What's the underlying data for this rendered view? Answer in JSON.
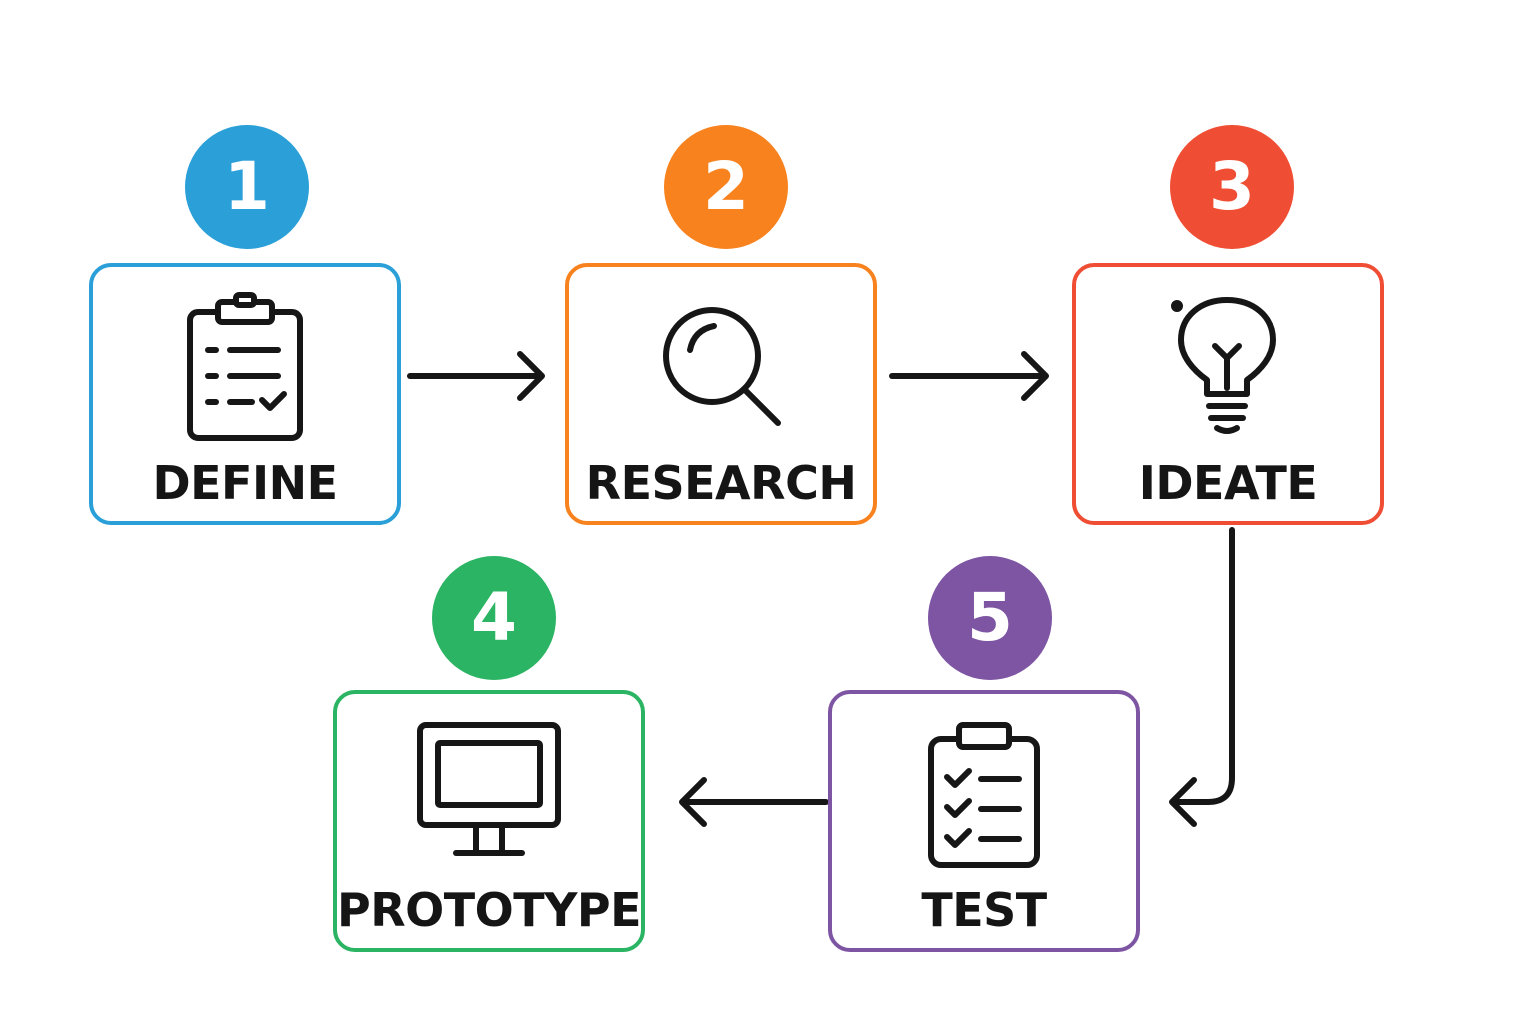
{
  "colors": {
    "define": "#2a9fd8",
    "research": "#f7821e",
    "ideate": "#f04e34",
    "prototype": "#2bb463",
    "test": "#7d55a3",
    "connector": "#161616"
  },
  "steps": [
    {
      "number": "1",
      "label": "DEFINE",
      "icon": "clipboard-list-icon"
    },
    {
      "number": "2",
      "label": "RESEARCH",
      "icon": "magnifier-icon"
    },
    {
      "number": "3",
      "label": "IDEATE",
      "icon": "lightbulb-icon"
    },
    {
      "number": "4",
      "label": "PROTOTYPE",
      "icon": "monitor-icon"
    },
    {
      "number": "5",
      "label": "TEST",
      "icon": "checklist-icon"
    }
  ]
}
